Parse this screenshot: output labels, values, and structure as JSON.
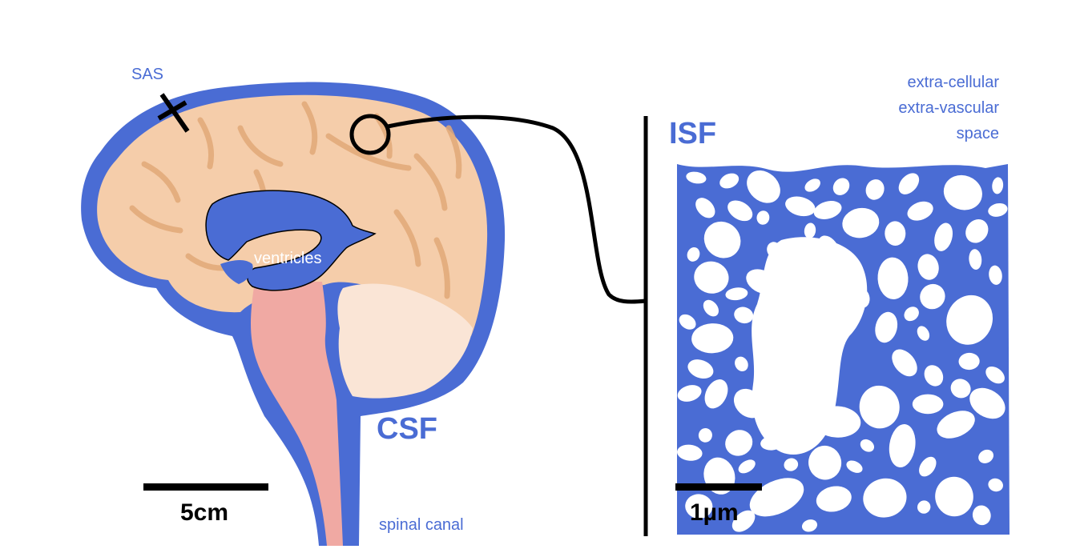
{
  "colors": {
    "csf_blue": "#4a6cd4",
    "brain_tissue": "#f5cdaa",
    "brain_folds": "#e2a978",
    "brainstem": "#f0a9a3",
    "cerebellum": "#fae5d6",
    "outline": "#000000",
    "background": "#ffffff"
  },
  "labels": {
    "sas": "SAS",
    "ventricles": "ventricles",
    "csf": "CSF",
    "spinal_canal": "spinal canal",
    "isf": "ISF",
    "ecs_line1": "extra-cellular",
    "ecs_line2": "extra-vascular",
    "ecs_line3": "space"
  },
  "scale_bars": {
    "macro": "5cm",
    "micro": "1µm"
  },
  "icons": {
    "zoom_marker": "circle-magnifier-icon",
    "sas_marker": "crossbar-marker-icon"
  }
}
